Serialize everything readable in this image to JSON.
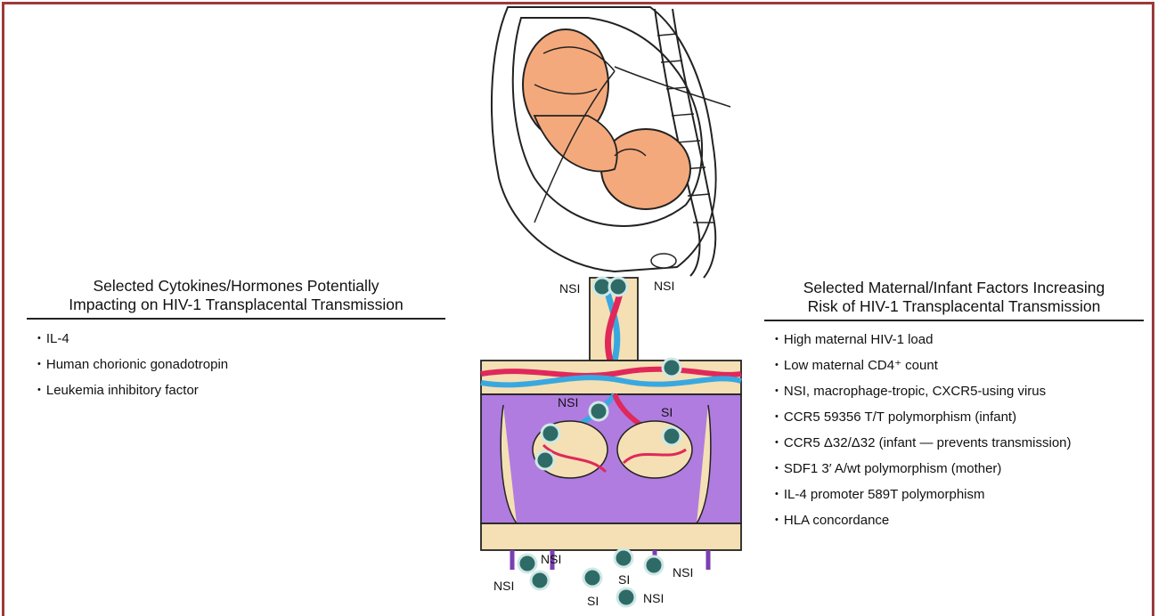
{
  "left_panel": {
    "title_line1": "Selected Cytokines/Hormones Potentially",
    "title_line2": "Impacting on HIV-1 Transplacental Transmission",
    "items": [
      "IL-4",
      "Human chorionic gonadotropin",
      "Leukemia inhibitory factor"
    ]
  },
  "right_panel": {
    "title_line1": "Selected Maternal/Infant Factors Increasing",
    "title_line2": "Risk of HIV-1 Transplacental Transmission",
    "items": [
      "High maternal HIV-1 load",
      "Low maternal CD4⁺ count",
      "NSI, macrophage-tropic, CXCR5-using virus",
      "CCR5 59356 T/T polymorphism (infant)",
      "CCR5 Δ32/Δ32 (infant — prevents transmission)",
      "SDF1 3′ A/wt polymorphism (mother)",
      "IL-4 promoter 589T polymorphism",
      "HLA concordance"
    ]
  },
  "virus_labels": {
    "cord_left": "NSI",
    "cord_right": "NSI",
    "villus_left": "NSI",
    "villus_right": "SI",
    "bottom_1": "NSI",
    "bottom_2": "NSI",
    "bottom_3": "SI",
    "bottom_4": "NSI",
    "bottom_5": "SI",
    "bottom_6": "NSI"
  },
  "colors": {
    "frame": "#9a3b3b",
    "fetus_skin": "#f4a97c",
    "placenta_tissue": "#f4e0b4",
    "decidua": "#b07ce0",
    "artery": "#e0285a",
    "vein": "#3aa8e0",
    "virion": "#2f6b66"
  }
}
